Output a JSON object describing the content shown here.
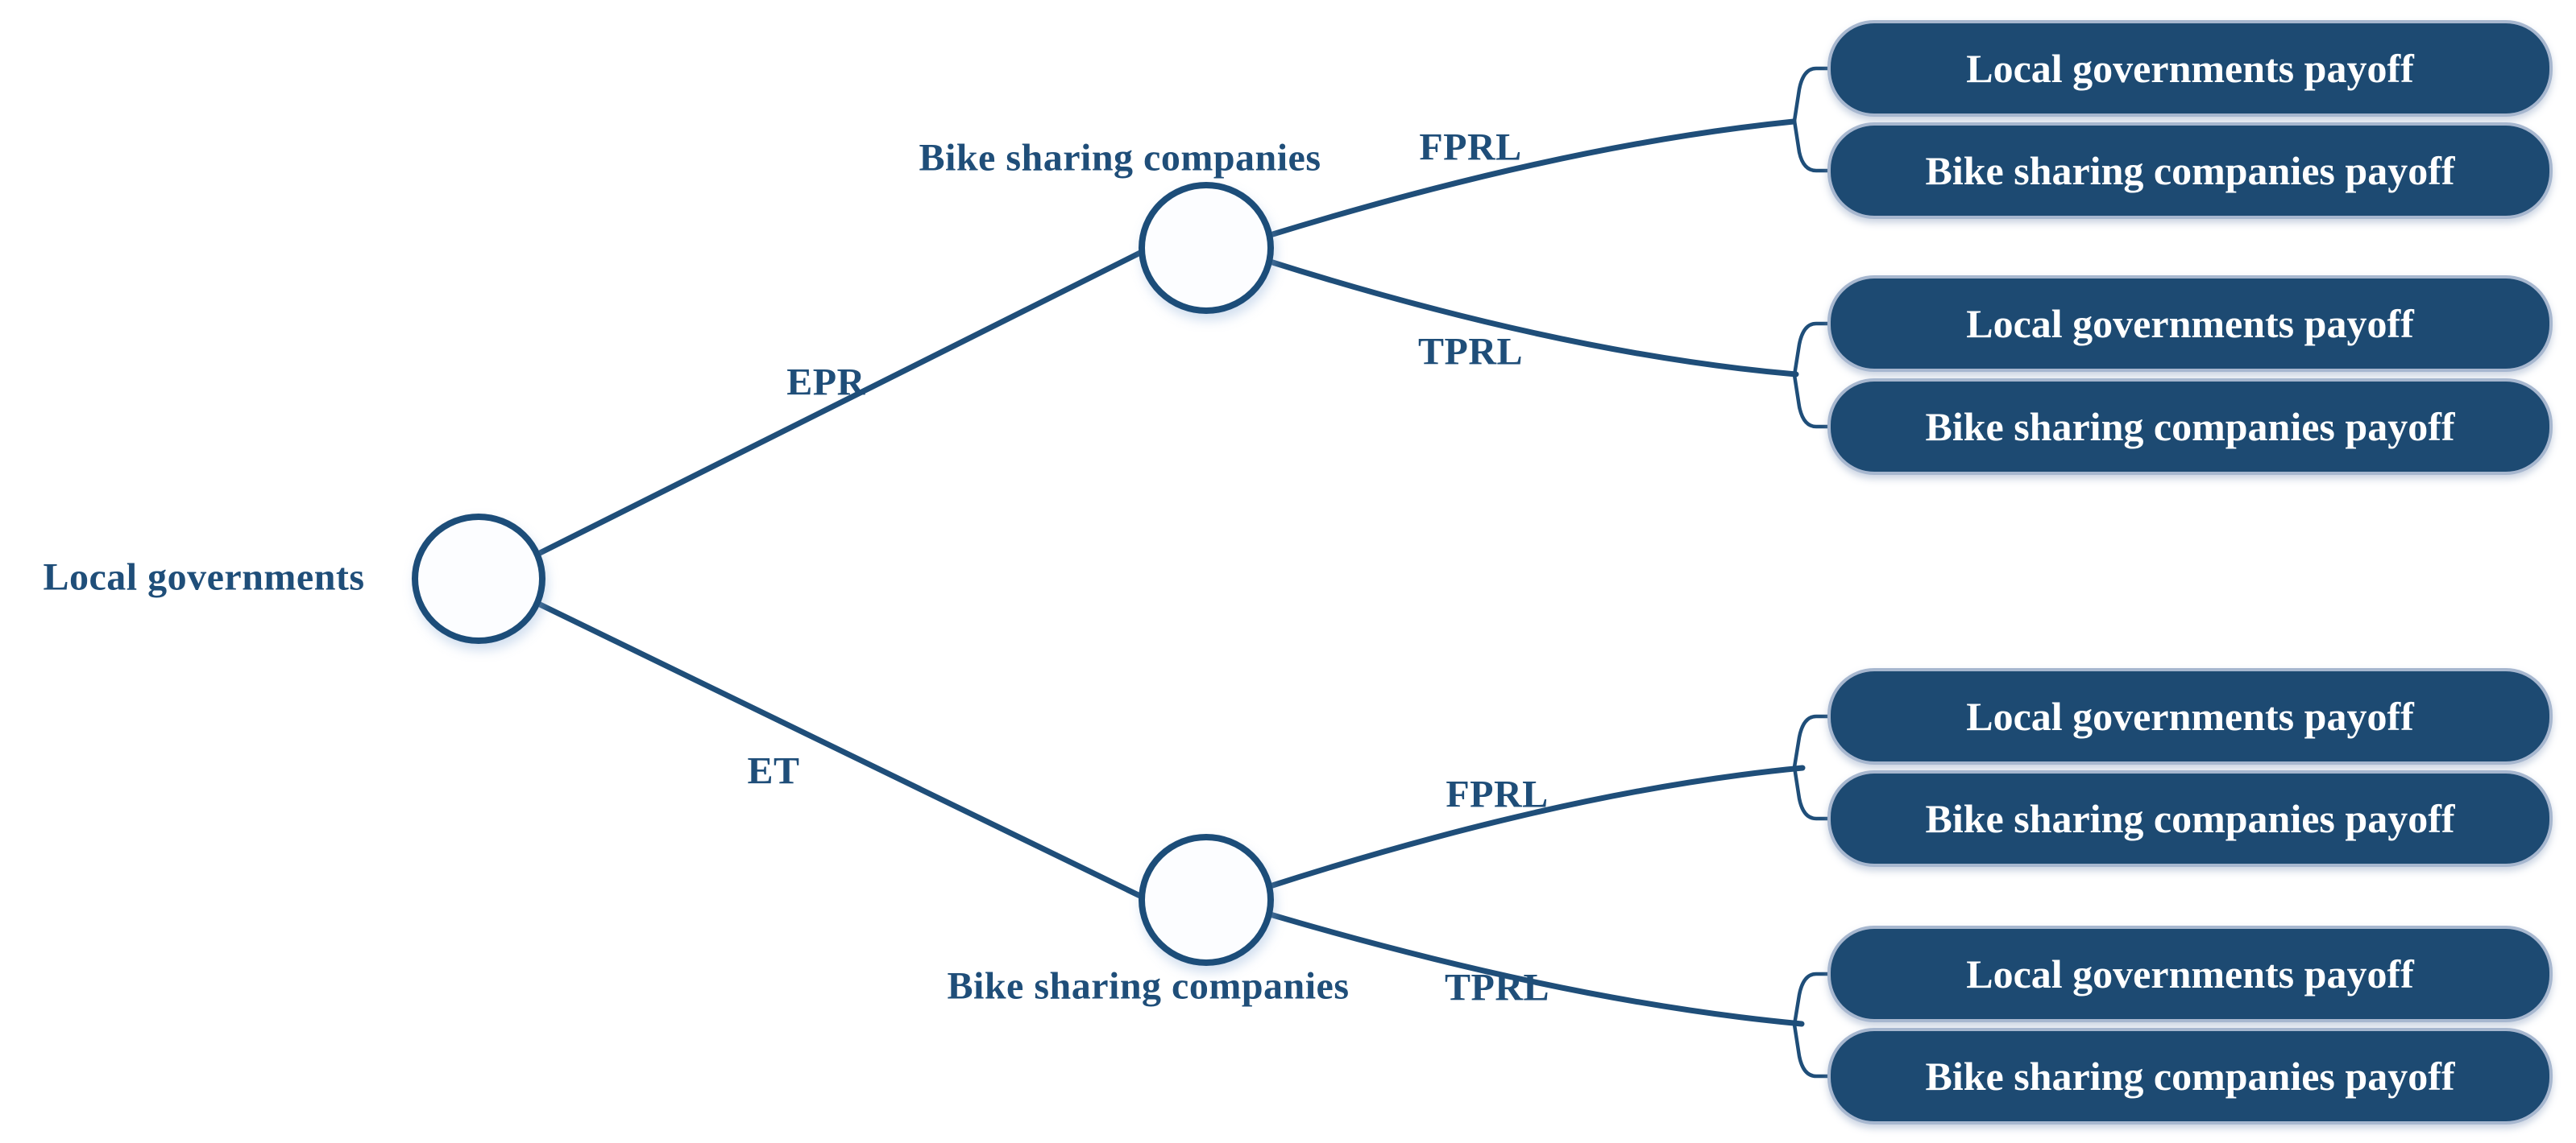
{
  "diagram": {
    "root_label": "Local governments",
    "upper_node_label": "Bike sharing companies",
    "lower_node_label": "Bike sharing companies",
    "edge_labels": {
      "epr": "EPR",
      "et": "ET",
      "fprl_upper": "FPRL",
      "tprl_upper": "TPRL",
      "fprl_lower": "FPRL",
      "tprl_lower": "TPRL"
    },
    "payoff_groups": [
      {
        "top": "Local governments payoff",
        "bottom": "Bike sharing companies payoff"
      },
      {
        "top": "Local governments payoff",
        "bottom": "Bike sharing companies payoff"
      },
      {
        "top": "Local governments payoff",
        "bottom": "Bike sharing companies payoff"
      },
      {
        "top": "Local governments payoff",
        "bottom": "Bike sharing companies payoff"
      }
    ],
    "colors": {
      "ink": "#1f4e79",
      "box_fill": "#1d4a72",
      "box_border": "#a7b7cf",
      "box_text": "#ffffff",
      "node_fill": "#fcfdff"
    }
  }
}
